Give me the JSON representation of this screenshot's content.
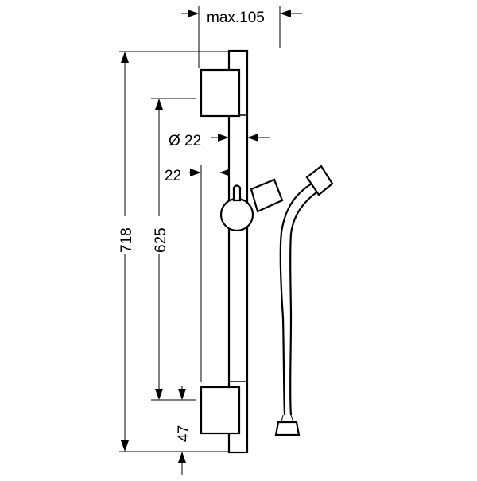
{
  "dimensions": {
    "max_reach": "max.105",
    "diameter": "Ø 22",
    "offset": "22",
    "total_height": "718",
    "adjust_height": "625",
    "bottom_offset": "47"
  }
}
